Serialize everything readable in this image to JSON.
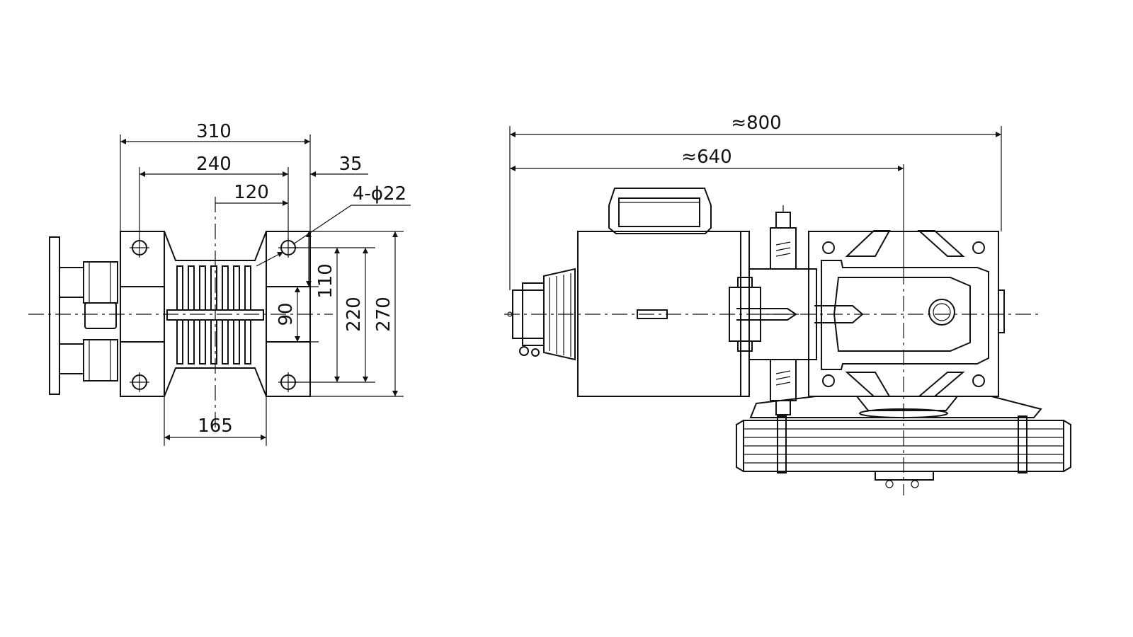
{
  "side_view": {
    "dim_310": "310",
    "dim_240": "240",
    "dim_120": "120",
    "dim_35": "35",
    "holes_label": "4-ϕ22",
    "dim_110": "110",
    "dim_90": "90",
    "dim_220": "220",
    "dim_270": "270",
    "dim_165": "165"
  },
  "front_view": {
    "dim_800": "≈800",
    "dim_640": "≈640"
  }
}
